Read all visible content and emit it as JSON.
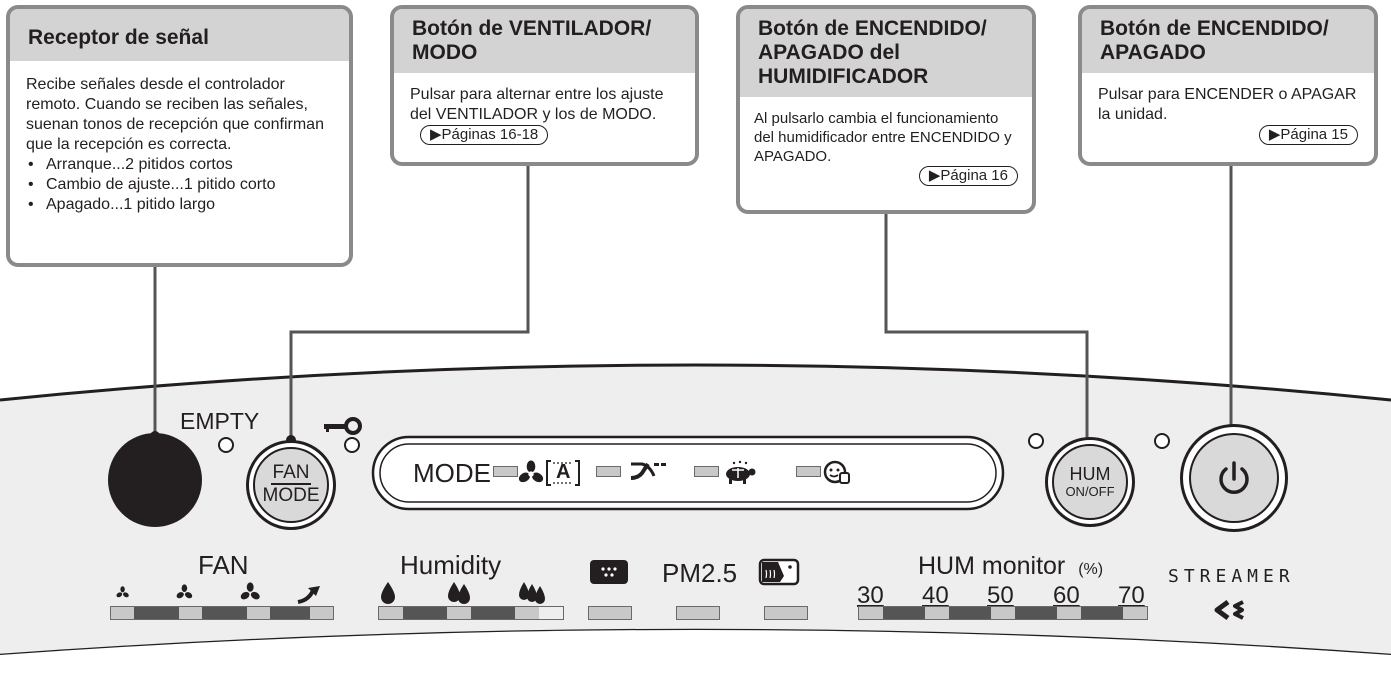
{
  "callouts": {
    "signal_receiver": {
      "title": "Receptor de señal",
      "text": "Recibe señales desde el controlador remoto. Cuando se reciben las señales, suenan tonos de recepción que confirman que la recepción es correcta.",
      "bullets": [
        "Arranque...2 pitidos cortos",
        "Cambio de ajuste...1 pitido corto",
        "Apagado...1 pitido largo"
      ]
    },
    "fan_mode": {
      "title_line1": "Botón de VENTILADOR/",
      "title_line2": "MODO",
      "text": "Pulsar para alternar entre los ajuste del VENTILADOR y los de MODO.",
      "page_ref": "▶Páginas 16-18"
    },
    "hum_onoff": {
      "title_line1": "Botón de ENCENDIDO/",
      "title_line2": "APAGADO del",
      "title_line3": "HUMIDIFICADOR",
      "text": "Al pulsarlo cambia el funcionamiento del humidificador entre ENCENDIDO y APAGADO.",
      "page_ref": "▶Página 16"
    },
    "power": {
      "title_line1": "Botón de ENCENDIDO/",
      "title_line2": "APAGADO",
      "text": "Pulsar para ENCENDER o APAGAR la unidad.",
      "page_ref": "▶Página 15"
    }
  },
  "panel": {
    "empty_label": "EMPTY",
    "fan_button": {
      "top": "FAN",
      "bottom": "MODE"
    },
    "mode_label": "MODE",
    "mode_auto_letter": "A",
    "hum_button": {
      "top": "HUM",
      "bottom": "ON/OFF"
    },
    "fan_label": "FAN",
    "humidity_label": "Humidity",
    "pm25_label": "PM2.5",
    "hum_monitor_label": "HUM monitor",
    "hum_monitor_unit": "(%)",
    "hum_monitor_ticks": [
      "30",
      "40",
      "50",
      "60",
      "70"
    ],
    "streamer_label": "STREAMER",
    "icons": [
      "key-icon",
      "fan-icon",
      "auto-icon",
      "turbo-icon",
      "quiet-icon",
      "anti-pollen-icon",
      "dust-sensor-icon",
      "odor-sensor-icon",
      "droplet-icon",
      "power-icon",
      "streamer-icon"
    ],
    "colors": {
      "panel_bg": "#eeeeee",
      "indicator_on": "#555555",
      "indicator_off": "#c8c8c8",
      "callout_header": "#d3d3d3",
      "callout_border": "#8a8a8a"
    }
  }
}
